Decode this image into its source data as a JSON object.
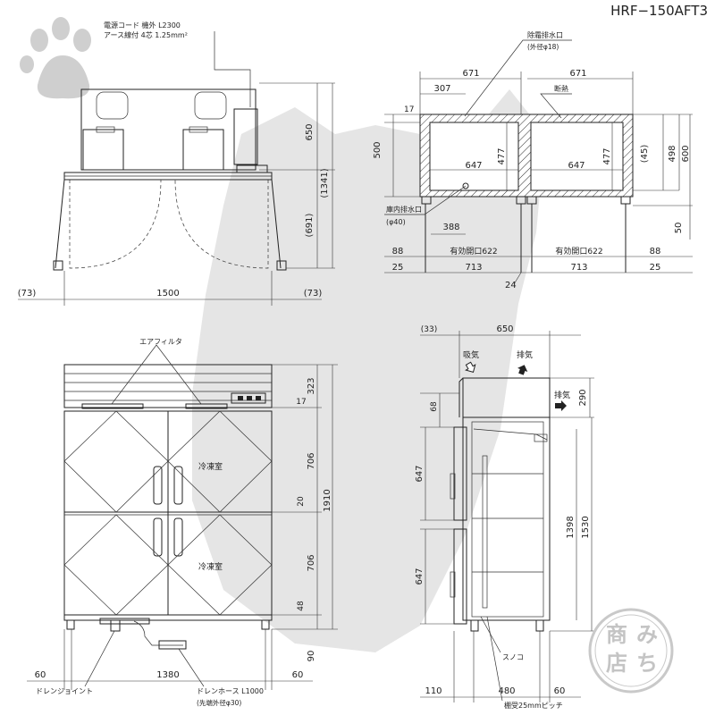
{
  "model": "HRF−150AFT3",
  "top_view": {
    "labels": {
      "power_cord_line1": "電源コード 機外 L2300",
      "power_cord_line2": "アース線付 4芯 1.25mm²"
    },
    "dims": {
      "height_top": "650",
      "height_total": "(1341)",
      "height_lower": "(691)",
      "width": "1500",
      "side_left": "(73)",
      "side_right": "(73)"
    }
  },
  "section_view": {
    "labels": {
      "defrost_drain": "除霜排水口",
      "defrost_drain_size": "(外径φ18)",
      "insulation": "断熱",
      "drain_outlet": "庫内排水口",
      "drain_outlet_size": "(φ40)",
      "effective_opening_left": "有効開口622",
      "effective_opening_right": "有効開口622"
    },
    "dims": {
      "w_left": "671",
      "w_right": "671",
      "d307": "307",
      "d17": "17",
      "d500": "500",
      "d647_left": "647",
      "d647_right": "647",
      "d477_left": "477",
      "d477_right": "477",
      "d45": "(45)",
      "d498": "498",
      "d600": "600",
      "d50": "50",
      "d388": "388",
      "d88_left": "88",
      "d88_right": "88",
      "d713_left": "713",
      "d713_right": "713",
      "d25_left": "25",
      "d25_right": "25",
      "d24": "24"
    }
  },
  "front_view": {
    "labels": {
      "air_filter": "エアフィルタ",
      "freezer_upper": "冷凍室",
      "freezer_lower": "冷凍室",
      "drain_joint": "ドレンジョイント",
      "drain_hose": "ドレンホース L1000",
      "drain_hose_size": "(先端外径φ30)"
    },
    "dims": {
      "d323": "323",
      "d17": "17",
      "d706_upper": "706",
      "d20": "20",
      "d706_lower": "706",
      "d48": "48",
      "d90": "90",
      "d1910": "1910",
      "d60_left": "60",
      "d1380": "1380",
      "d60_right": "60"
    }
  },
  "side_view": {
    "labels": {
      "intake": "吸気",
      "exhaust_top": "排気",
      "exhaust_side": "排気",
      "shelf_grid": "スノコ",
      "shelf_pitch": "棚受25mmピッチ"
    },
    "dims": {
      "d33": "(33)",
      "d650": "650",
      "d290": "290",
      "d68": "68",
      "d647_upper": "647",
      "d647_lower": "647",
      "d1398": "1398",
      "d1530": "1530",
      "d110": "110",
      "d480": "480",
      "d60": "60"
    }
  },
  "stamp": {
    "text": "みち商店"
  }
}
